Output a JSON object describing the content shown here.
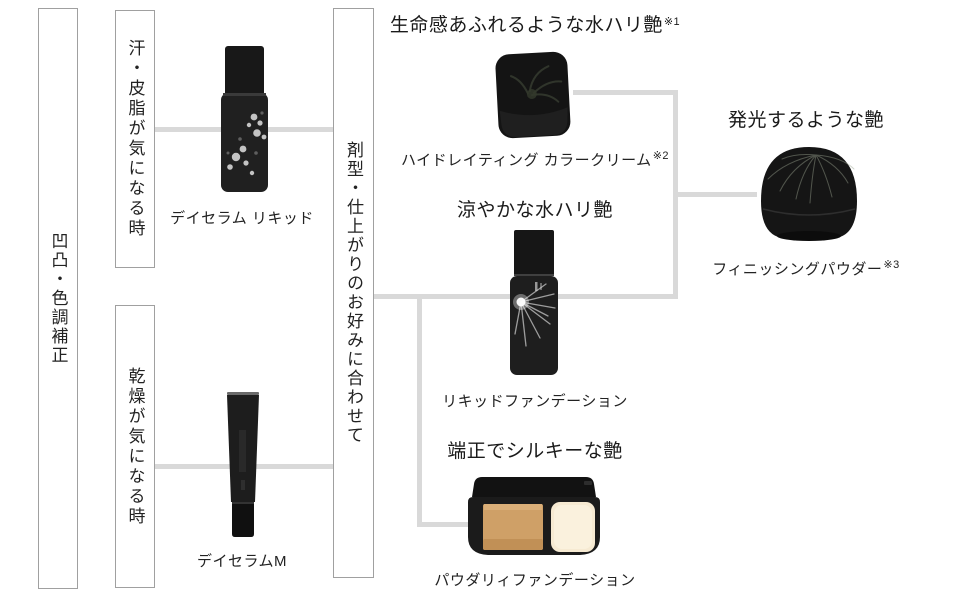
{
  "diagram": {
    "left_category": {
      "label": "凹凸・色調補正"
    },
    "conditions": [
      {
        "label": "汗・皮脂が気になる時",
        "product_name": "デイセラム リキッド",
        "product_icon": "black-serum-bottle"
      },
      {
        "label": "乾燥が気になる時",
        "product_name": "デイセラムM",
        "product_icon": "black-tube"
      }
    ],
    "preference": {
      "label": "剤型・仕上がりのお好みに合わせて"
    },
    "finishes": [
      {
        "heading": "生命感あふれるような水ハリ艶",
        "heading_note": "※1",
        "product_name": "ハイドレイティング カラークリーム",
        "product_note": "※2",
        "product_icon": "black-cream-jar"
      },
      {
        "heading": "涼やかな水ハリ艶",
        "product_name": "リキッドファンデーション",
        "product_icon": "black-foundation-bottle"
      },
      {
        "heading": "端正でシルキーな艶",
        "product_name": "パウダリィファンデーション",
        "product_icon": "open-compact"
      }
    ],
    "final": {
      "heading": "発光するような艶",
      "product_name": "フィニッシングパウダー",
      "product_note": "※3",
      "product_icon": "round-powder-jar"
    }
  },
  "colors": {
    "connector_line": "#d9d9d9",
    "box_border": "#a0a0a0",
    "text": "#1f1f1f",
    "product_dark": "#1a1a1a",
    "compact_pan_left": "#cfa067",
    "compact_pan_right": "#f6ead2"
  }
}
